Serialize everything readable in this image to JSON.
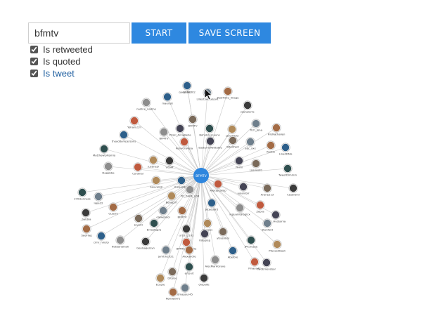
{
  "search": {
    "value": "bfmtv",
    "placeholder": ""
  },
  "buttons": {
    "start": "START",
    "save": "SAVE SCREEN"
  },
  "checkboxes": [
    {
      "label": "Is retweeted",
      "checked": true
    },
    {
      "label": "Is quoted",
      "checked": true
    },
    {
      "label": "Is tweet",
      "checked": true
    }
  ],
  "colors": {
    "accent": "#2e88e0",
    "center": "#2e86de"
  },
  "graph": {
    "center_label": "BFMTV",
    "nodes": [
      {
        "label": "Lpi101"
      },
      {
        "label": "LlliestSeeeelpvit"
      },
      {
        "label": "PastTime_Image"
      },
      {
        "label": "maoris8"
      },
      {
        "label": "nadine_nadine"
      },
      {
        "label": "YohanLCm"
      },
      {
        "label": "Priski_AnnaBelle"
      },
      {
        "label": "BFMTV"
      },
      {
        "label": "BohnEruscauns"
      },
      {
        "label": "Lena0202"
      },
      {
        "label": "Jeanpierre"
      },
      {
        "label": "Tich_Jona"
      },
      {
        "label": "FirsNathalien"
      },
      {
        "label": "theaddampersons"
      },
      {
        "label": "BFMTV"
      },
      {
        "label": "RenvOliviera"
      },
      {
        "label": "EasternsTwittable"
      },
      {
        "label": "Wtoirfant"
      },
      {
        "label": "MatthewtyRomio"
      },
      {
        "label": "justineD"
      },
      {
        "label": "Vdoiff"
      },
      {
        "label": "abc_xxx"
      },
      {
        "label": "Redilo"
      },
      {
        "label": "Lina0DMe"
      },
      {
        "label": "Dagabbe"
      },
      {
        "label": "Cordinal"
      },
      {
        "label": "Yhimi"
      },
      {
        "label": "Loanas81"
      },
      {
        "label": "TweetDimmm"
      },
      {
        "label": "Sauvain8"
      },
      {
        "label": "Cesbraini"
      },
      {
        "label": "lapa22"
      },
      {
        "label": "Quachi"
      },
      {
        "label": "AryaesBelt"
      },
      {
        "label": "YO_DAKE_LO8"
      },
      {
        "label": "AlexyyLamp"
      },
      {
        "label": "yulantoir"
      },
      {
        "label": "Arane213"
      },
      {
        "label": "270Henness"
      },
      {
        "label": "Booop37"
      },
      {
        "label": "_babbla"
      },
      {
        "label": "olewebooi"
      },
      {
        "label": "BFMTV"
      },
      {
        "label": "Jetaddent"
      },
      {
        "label": "leguaintBlogicx"
      },
      {
        "label": "Zebra"
      },
      {
        "label": "OrLy_Hudsonia"
      },
      {
        "label": "Jovent"
      },
      {
        "label": "Ernestagra"
      },
      {
        "label": "Geepes"
      },
      {
        "label": "ur1012101"
      },
      {
        "label": "Stanford"
      },
      {
        "label": "SeeFlag"
      },
      {
        "label": "clmr_hmsty"
      },
      {
        "label": "Nutbanbinah"
      },
      {
        "label": "BPMForumTelle"
      },
      {
        "label": "Odegrep"
      },
      {
        "label": "ytrashbol"
      },
      {
        "label": "JPlCheese"
      },
      {
        "label": "Pfaves0Dest"
      },
      {
        "label": "GeoGagersyn"
      },
      {
        "label": "jamtrk2021"
      },
      {
        "label": "Alexandre"
      },
      {
        "label": "Abelbre"
      },
      {
        "label": "AlexMarkGrave"
      },
      {
        "label": "Pinaya47"
      },
      {
        "label": "twdEmendsor"
      },
      {
        "label": "Ditoise"
      },
      {
        "label": "ertouit"
      },
      {
        "label": "Ecopie"
      },
      {
        "label": "ohipa0E"
      },
      {
        "label": "dmapour45"
      },
      {
        "label": "Nondel971"
      },
      {
        "label": "queshberlitz"
      }
    ]
  }
}
